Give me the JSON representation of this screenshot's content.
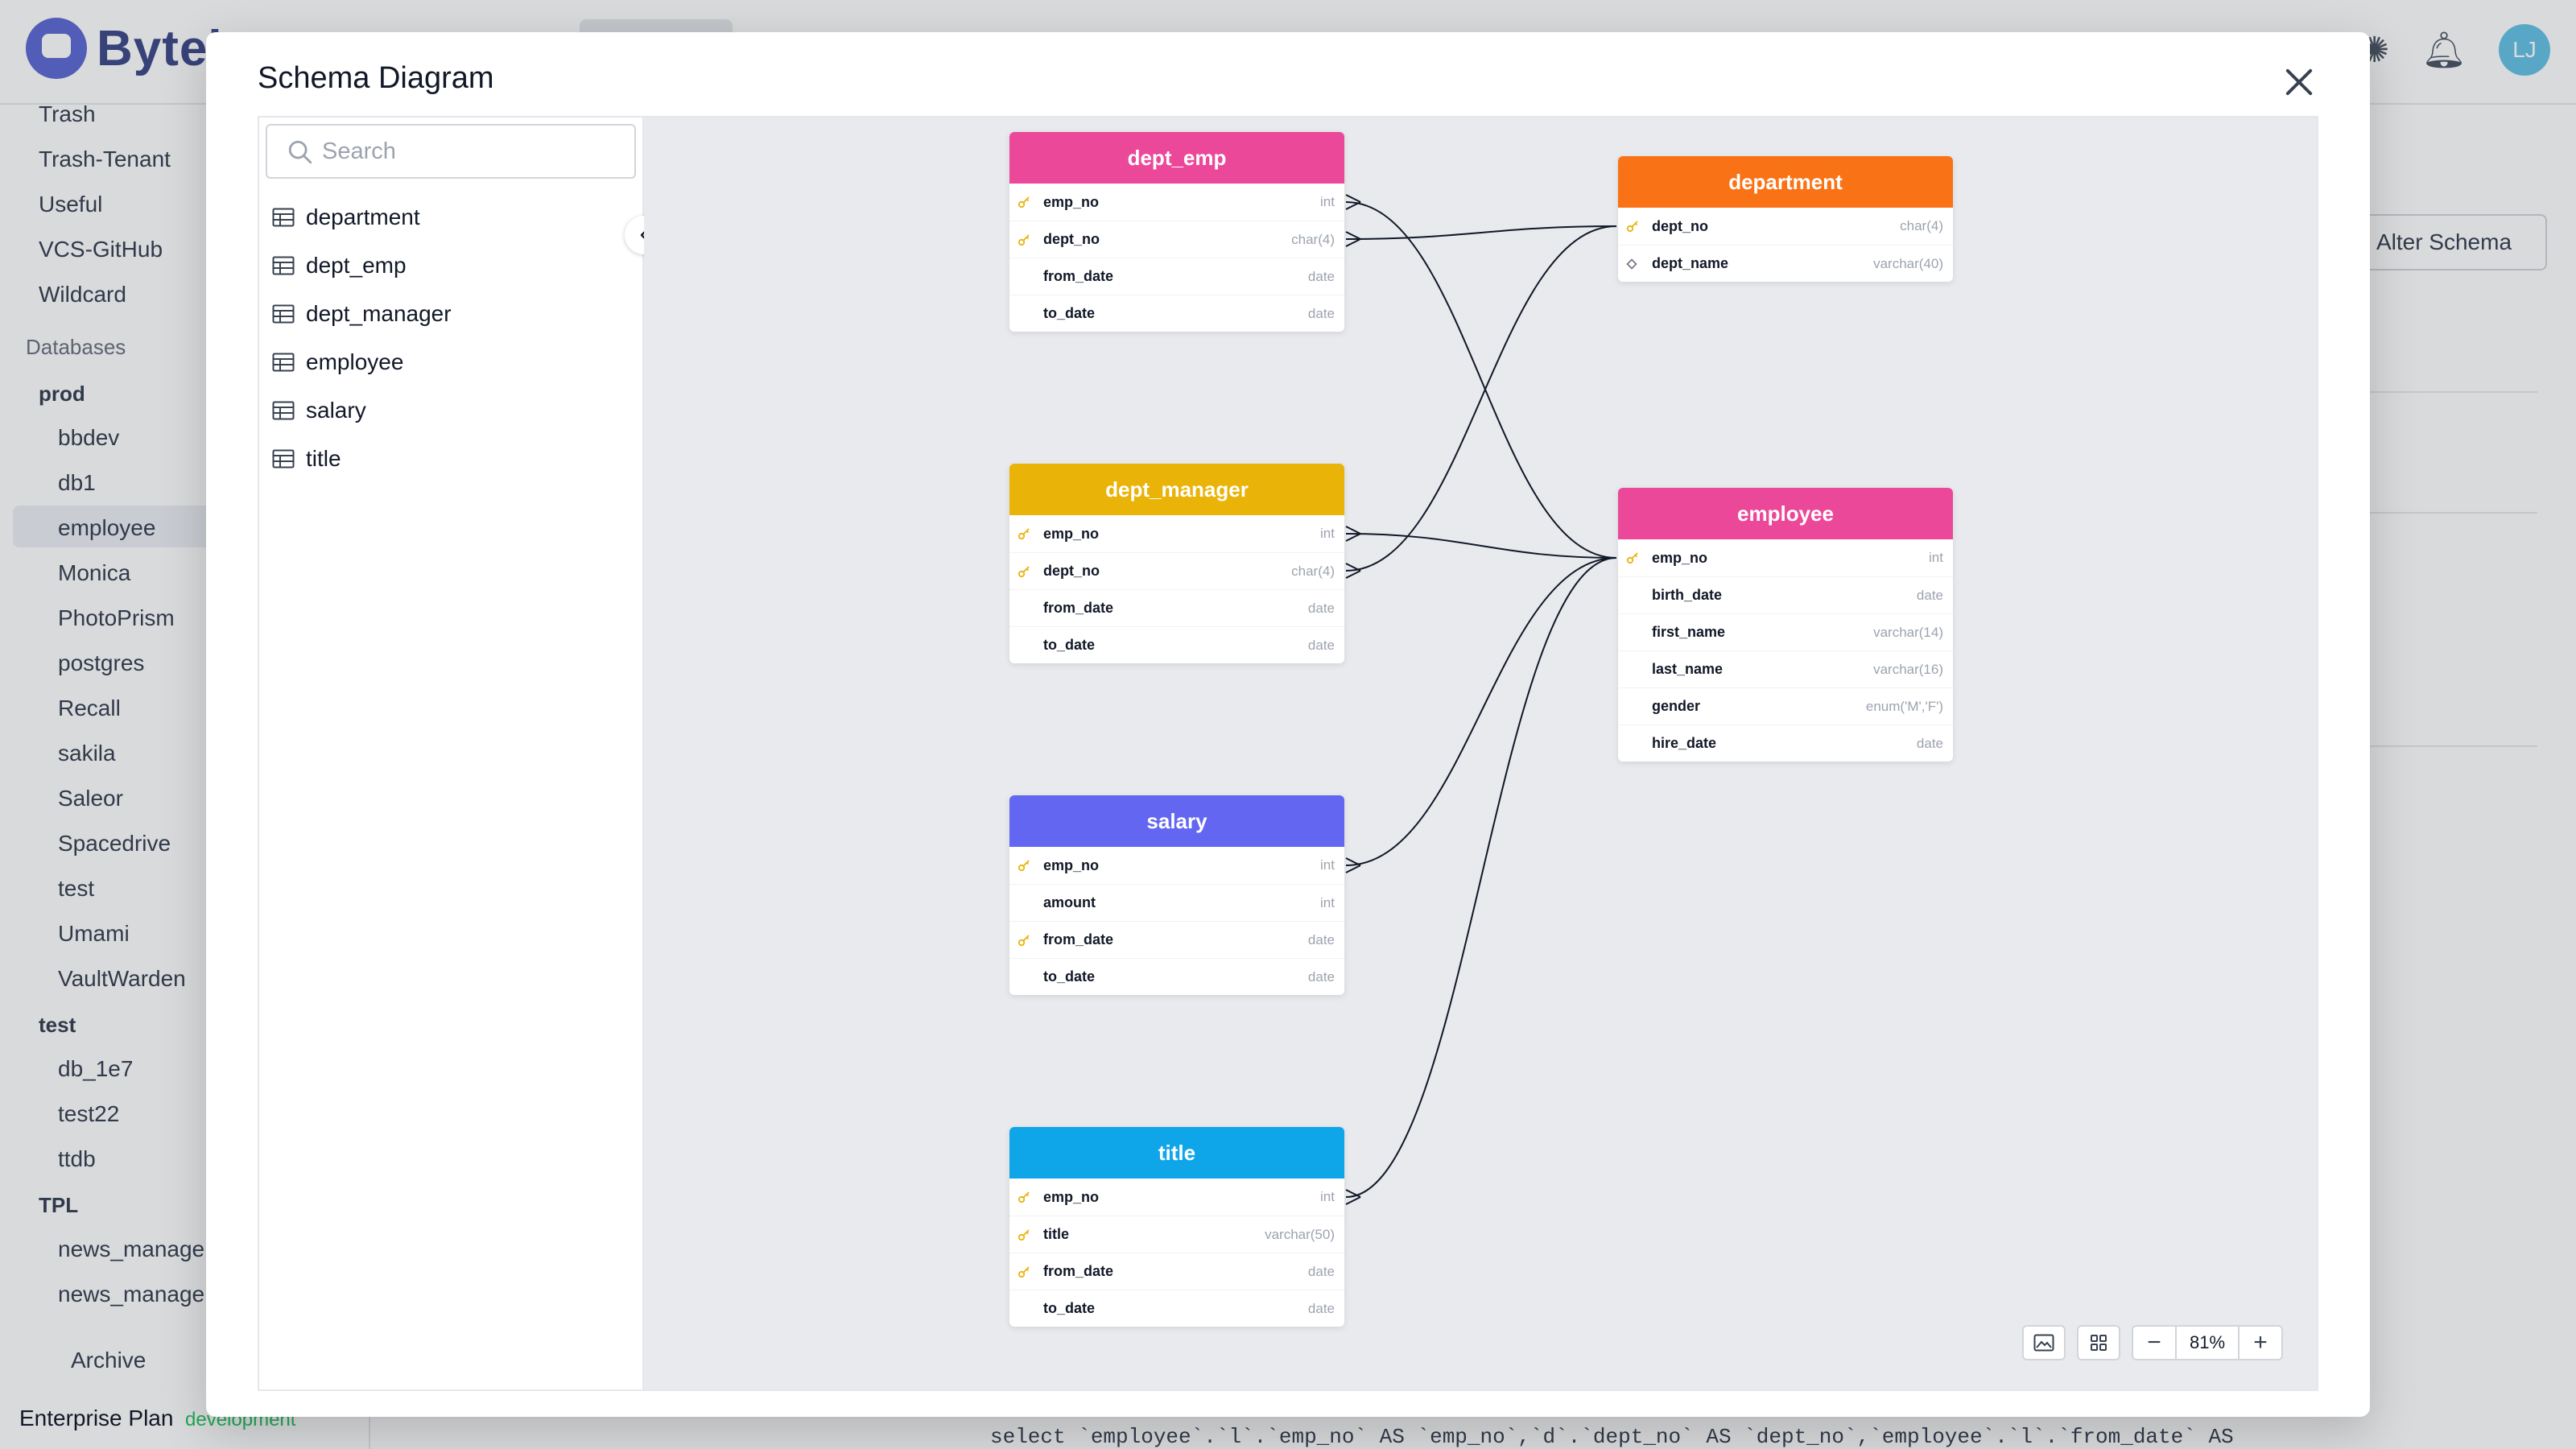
{
  "background": {
    "logo_text": "Bytel",
    "avatar_initials": "LJ",
    "sidebar_items": [
      "Trash",
      "Trash-Tenant",
      "Useful",
      "VCS-GitHub",
      "Wildcard"
    ],
    "databases_label": "Databases",
    "groups": [
      {
        "name": "prod",
        "items": [
          "bbdev",
          "db1",
          "employee",
          "Monica",
          "PhotoPrism",
          "postgres",
          "Recall",
          "sakila",
          "Saleor",
          "Spacedrive",
          "test",
          "Umami",
          "VaultWarden"
        ]
      },
      {
        "name": "test",
        "items": [
          "db_1e7",
          "test22",
          "ttdb"
        ]
      },
      {
        "name": "TPL",
        "items": [
          "news_manage",
          "news_manage"
        ]
      }
    ],
    "archive_label": "Archive",
    "plan_label": "Enterprise Plan",
    "env_label": "development",
    "alter_schema_label": "Alter Schema",
    "sql_preview": "select `employee`.`l`.`emp_no` AS `emp_no`,`d`.`dept_no` AS `dept_no`,`employee`.`l`.`from_date` AS"
  },
  "modal": {
    "title": "Schema Diagram",
    "close_label": "Close",
    "search": {
      "placeholder": "Search",
      "value": ""
    },
    "tables": [
      "department",
      "dept_emp",
      "dept_manager",
      "employee",
      "salary",
      "title"
    ],
    "zoom": "81%",
    "zoom_out_label": "−",
    "zoom_in_label": "+"
  },
  "diagram": {
    "tables": [
      {
        "name": "dept_emp",
        "color": "#ec4899",
        "columns": [
          {
            "name": "emp_no",
            "type": "int",
            "key": true
          },
          {
            "name": "dept_no",
            "type": "char(4)",
            "key": true
          },
          {
            "name": "from_date",
            "type": "date",
            "key": false
          },
          {
            "name": "to_date",
            "type": "date",
            "key": false
          }
        ]
      },
      {
        "name": "department",
        "color": "#f97316",
        "columns": [
          {
            "name": "dept_no",
            "type": "char(4)",
            "key": true
          },
          {
            "name": "dept_name",
            "type": "varchar(40)",
            "key": false,
            "unique": true
          }
        ]
      },
      {
        "name": "dept_manager",
        "color": "#eab308",
        "columns": [
          {
            "name": "emp_no",
            "type": "int",
            "key": true
          },
          {
            "name": "dept_no",
            "type": "char(4)",
            "key": true
          },
          {
            "name": "from_date",
            "type": "date",
            "key": false
          },
          {
            "name": "to_date",
            "type": "date",
            "key": false
          }
        ]
      },
      {
        "name": "employee",
        "color": "#ec4899",
        "columns": [
          {
            "name": "emp_no",
            "type": "int",
            "key": true
          },
          {
            "name": "birth_date",
            "type": "date",
            "key": false
          },
          {
            "name": "first_name",
            "type": "varchar(14)",
            "key": false
          },
          {
            "name": "last_name",
            "type": "varchar(16)",
            "key": false
          },
          {
            "name": "gender",
            "type": "enum('M','F')",
            "key": false
          },
          {
            "name": "hire_date",
            "type": "date",
            "key": false
          }
        ]
      },
      {
        "name": "salary",
        "color": "#6366f1",
        "columns": [
          {
            "name": "emp_no",
            "type": "int",
            "key": true
          },
          {
            "name": "amount",
            "type": "int",
            "key": false
          },
          {
            "name": "from_date",
            "type": "date",
            "key": true
          },
          {
            "name": "to_date",
            "type": "date",
            "key": false
          }
        ]
      },
      {
        "name": "title",
        "color": "#0ea5e9",
        "columns": [
          {
            "name": "emp_no",
            "type": "int",
            "key": true
          },
          {
            "name": "title",
            "type": "varchar(50)",
            "key": true
          },
          {
            "name": "from_date",
            "type": "date",
            "key": true
          },
          {
            "name": "to_date",
            "type": "date",
            "key": false
          }
        ]
      }
    ],
    "relations": [
      {
        "from": "dept_emp.emp_no",
        "to": "employee.emp_no"
      },
      {
        "from": "dept_emp.dept_no",
        "to": "department.dept_no"
      },
      {
        "from": "dept_manager.emp_no",
        "to": "employee.emp_no"
      },
      {
        "from": "dept_manager.dept_no",
        "to": "department.dept_no"
      },
      {
        "from": "salary.emp_no",
        "to": "employee.emp_no"
      },
      {
        "from": "title.emp_no",
        "to": "employee.emp_no"
      }
    ]
  }
}
